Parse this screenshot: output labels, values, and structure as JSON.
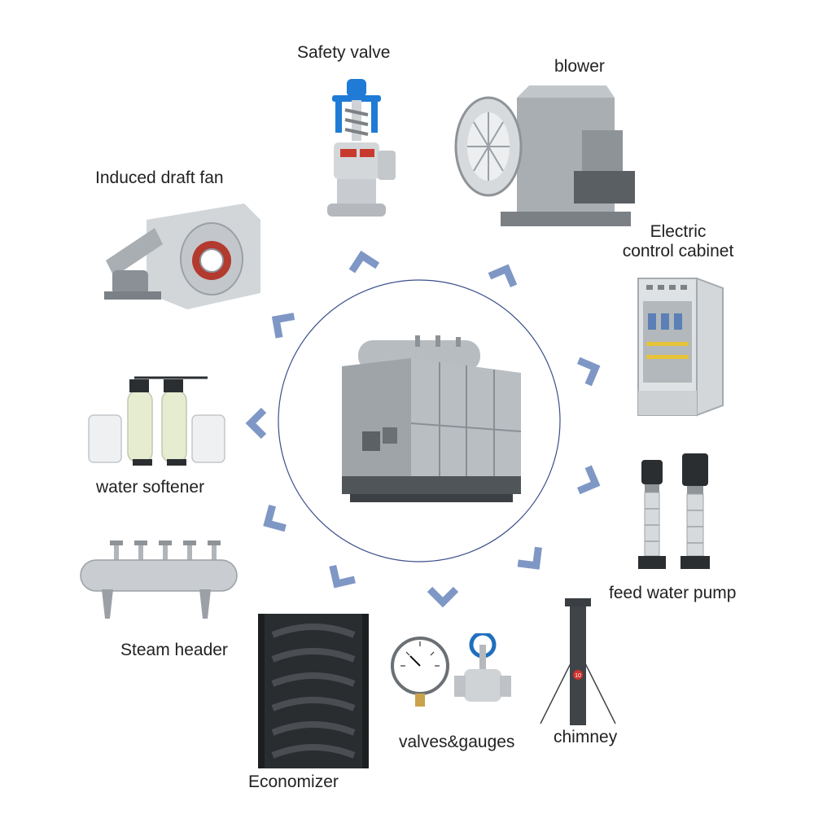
{
  "center": {
    "equipment_icon": "coal-fired-steam-boiler-icon",
    "ring_color": "#3a4f8a"
  },
  "accent": {
    "chevron_color": "#7f97c5"
  },
  "components": [
    {
      "id": "safety-valve",
      "label": "Safety valve",
      "icon": "safety-valve-icon"
    },
    {
      "id": "blower",
      "label": "blower",
      "icon": "blower-fan-icon"
    },
    {
      "id": "electric-control-cabinet",
      "label": "Electric",
      "label_line2": "control cabinet",
      "icon": "electric-cabinet-icon"
    },
    {
      "id": "feed-water-pump",
      "label": "feed water pump",
      "icon": "vertical-pump-icon"
    },
    {
      "id": "chimney",
      "label": "chimney",
      "icon": "chimney-stack-icon",
      "badge": "10"
    },
    {
      "id": "valves-gauges",
      "label": "valves&gauges",
      "icon": "pressure-gauge-valve-icon"
    },
    {
      "id": "economizer",
      "label": "Economizer",
      "icon": "economizer-coil-icon"
    },
    {
      "id": "steam-header",
      "label": "Steam header",
      "icon": "steam-header-icon"
    },
    {
      "id": "water-softener",
      "label": "water softener",
      "icon": "water-softener-icon"
    },
    {
      "id": "induced-draft-fan",
      "label": "Induced draft fan",
      "icon": "induced-draft-fan-icon"
    }
  ]
}
